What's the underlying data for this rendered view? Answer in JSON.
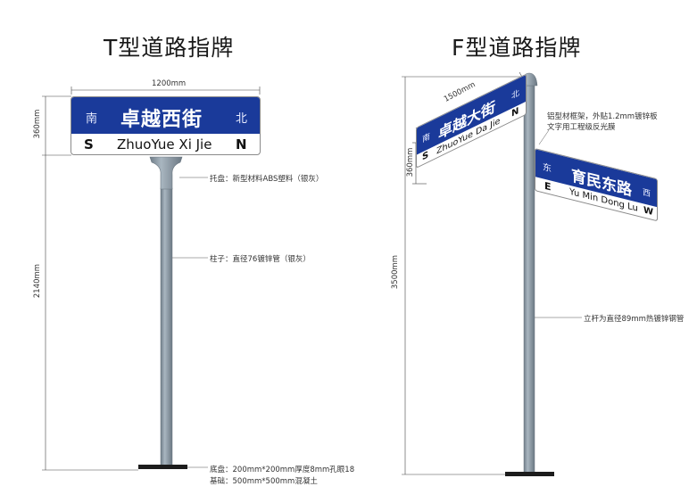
{
  "titles": {
    "t_type": "T型道路指牌",
    "f_type": "F型道路指牌"
  },
  "t_sign": {
    "dir_left_cn": "南",
    "name_cn": "卓越西街",
    "dir_right_cn": "北",
    "dir_left_en": "S",
    "name_en": "ZhuoYue Xi Jie",
    "dir_right_en": "N"
  },
  "t_dims": {
    "width": "1200mm",
    "sign_height": "360mm",
    "pole_height": "2140mm"
  },
  "t_notes": {
    "tray": "托盘：新型材料ABS塑料（银灰）",
    "column": "柱子：直径76镀锌管（银灰）",
    "base_line1": "底盘：200mm*200mm厚度8mm孔眼18",
    "base_line2": "基础：500mm*500mm混凝土"
  },
  "f_sign_left": {
    "dir_left_cn": "南",
    "name_cn": "卓越大街",
    "dir_right_cn": "北",
    "dir_left_en": "S",
    "name_en": "ZhuoYue Da Jie",
    "dir_right_en": "N"
  },
  "f_sign_right": {
    "dir_left_cn": "东",
    "name_cn": "育民东路",
    "dir_right_cn": "西",
    "dir_left_en": "E",
    "name_en": "Yu Min Dong Lu",
    "dir_right_en": "W"
  },
  "f_dims": {
    "width": "1500mm",
    "sign_height": "360mm",
    "pole_height": "3500mm"
  },
  "f_notes": {
    "frame_line1": "铝型材框架，外贴1.2mm镀锌板",
    "frame_line2": "文字用工程级反光膜",
    "pole": "立杆为直径89mm热镀锌钢管"
  },
  "colors": {
    "sign_blue": "#1a3a9a",
    "pole_gray": "#8d9ba6"
  }
}
